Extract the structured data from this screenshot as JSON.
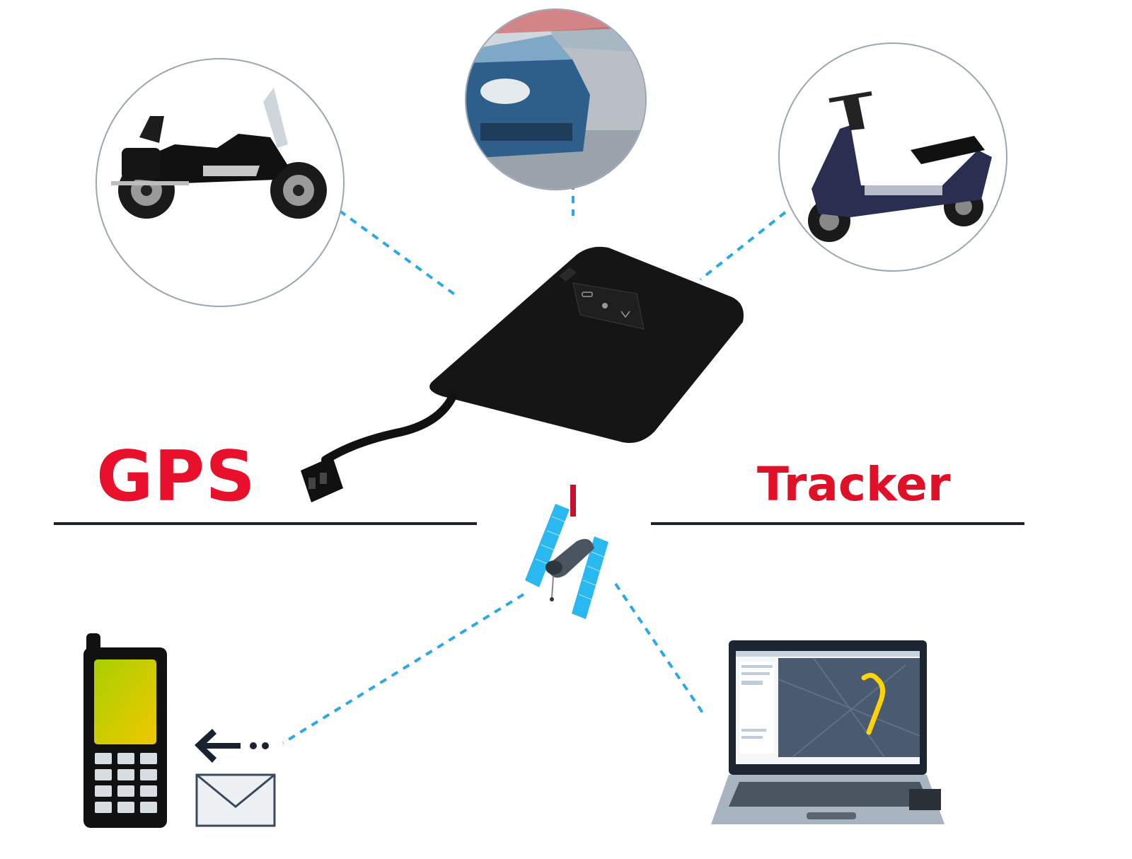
{
  "diagram": {
    "title_left": "GPS",
    "title_right": "Tracker",
    "colors": {
      "title_red": "#e8102a",
      "dashed_link_blue": "#2aa8e8",
      "rule_dark": "#1c2230",
      "device_black": "#151515",
      "circle_border": "#9aa6b4",
      "phone_screen_yellow": "#d8d000",
      "route_yellow": "#ffd400"
    },
    "nodes": [
      {
        "id": "motorcycle",
        "label": "motorcycle-icon",
        "position": "top-left"
      },
      {
        "id": "cars",
        "label": "cars-icon",
        "position": "top-center"
      },
      {
        "id": "scooter",
        "label": "scooter-icon",
        "position": "top-right"
      },
      {
        "id": "gps-device",
        "label": "gps-tracker-device",
        "position": "center"
      },
      {
        "id": "satellite",
        "label": "satellite-icon",
        "position": "center-below"
      },
      {
        "id": "mobile-phone",
        "label": "mobile-phone-icon",
        "position": "bottom-left"
      },
      {
        "id": "sms",
        "label": "envelope-icon",
        "position": "bottom-left"
      },
      {
        "id": "laptop",
        "label": "laptop-map-icon",
        "position": "bottom-right"
      }
    ],
    "device_indicator_icons": [
      "battery-icon",
      "satellite-signal-icon",
      "cellular-signal-icon"
    ]
  }
}
